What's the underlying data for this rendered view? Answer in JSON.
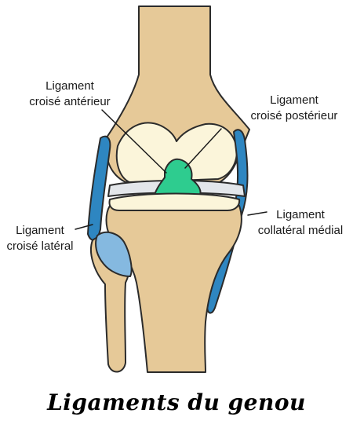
{
  "title": "Ligaments du genou",
  "labels": {
    "acl": {
      "line1": "Ligament",
      "line2": "croisé antérieur"
    },
    "pcl": {
      "line1": "Ligament",
      "line2": "croisé postérieur"
    },
    "lcl": {
      "line1": "Ligament",
      "line2": "croisé latéral"
    },
    "mcl": {
      "line1": "Ligament",
      "line2": "collatéral médial"
    }
  },
  "colors": {
    "bone": "#E6C998",
    "cartilage": "#FBF5DA",
    "ligament_blue": "#2E86C1",
    "ligament_light_blue": "#85B9E0",
    "cruciate_green": "#2ECC8F",
    "meniscus": "#E3E6EA",
    "outline": "#2B2B2B"
  }
}
